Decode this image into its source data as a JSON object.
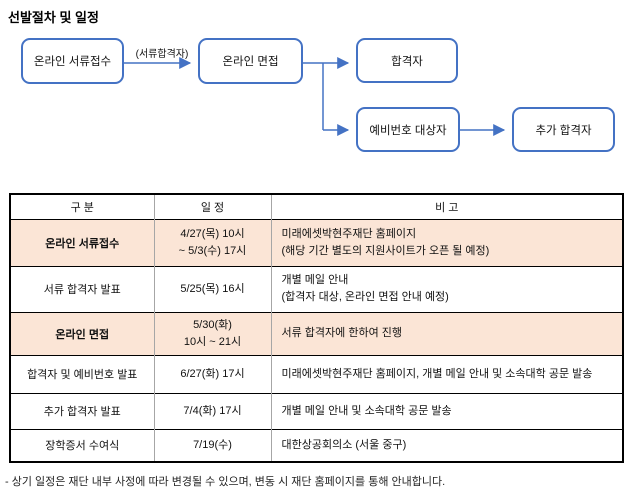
{
  "page": {
    "title": "선발절차 및 일정",
    "footnote": "- 상기 일정은 재단 내부 사정에 따라 변경될 수 있으며, 변동 시 재단 홈페이지를 통해 안내합니다."
  },
  "flowchart": {
    "nodes": {
      "apply": "온라인 서류접수",
      "interview": "온라인 면접",
      "pass": "합격자",
      "waitlist": "예비번호 대상자",
      "additional": "추가 합격자"
    },
    "edge_label": "(서류합격자)",
    "colors": {
      "box_border": "#4472C4",
      "connector": "#4472C4"
    }
  },
  "table": {
    "headers": {
      "category": "구 분",
      "schedule": "일 정",
      "note": "비 고"
    },
    "highlight_color": "#FBE5D6",
    "rows": [
      {
        "category": "온라인 서류접수",
        "schedule": [
          "4/27(목) 10시",
          "~ 5/3(수) 17시"
        ],
        "note": [
          "미래에셋박현주재단 홈페이지",
          "(해당 기간 별도의 지원사이트가 오픈 될 예정)"
        ],
        "highlight": true
      },
      {
        "category": "서류 합격자 발표",
        "schedule": [
          "5/25(목) 16시"
        ],
        "note": [
          "개별 메일 안내",
          "(합격자 대상, 온라인 면접 안내 예정)"
        ],
        "highlight": false
      },
      {
        "category": "온라인 면접",
        "schedule": [
          "5/30(화)",
          "10시 ~ 21시"
        ],
        "note": [
          "서류 합격자에 한하여 진행"
        ],
        "highlight": true
      },
      {
        "category": "합격자 및 예비번호 발표",
        "schedule": [
          "6/27(화) 17시"
        ],
        "note": [
          "미래에셋박현주재단 홈페이지, 개별 메일 안내 및 소속대학 공문 발송"
        ],
        "highlight": false
      },
      {
        "category": "추가 합격자 발표",
        "schedule": [
          "7/4(화) 17시"
        ],
        "note": [
          "개별 메일 안내 및 소속대학 공문 발송"
        ],
        "highlight": false
      },
      {
        "category": "장학증서 수여식",
        "schedule": [
          "7/19(수)"
        ],
        "note": [
          "대한상공회의소 (서울 중구)"
        ],
        "highlight": false
      }
    ]
  }
}
